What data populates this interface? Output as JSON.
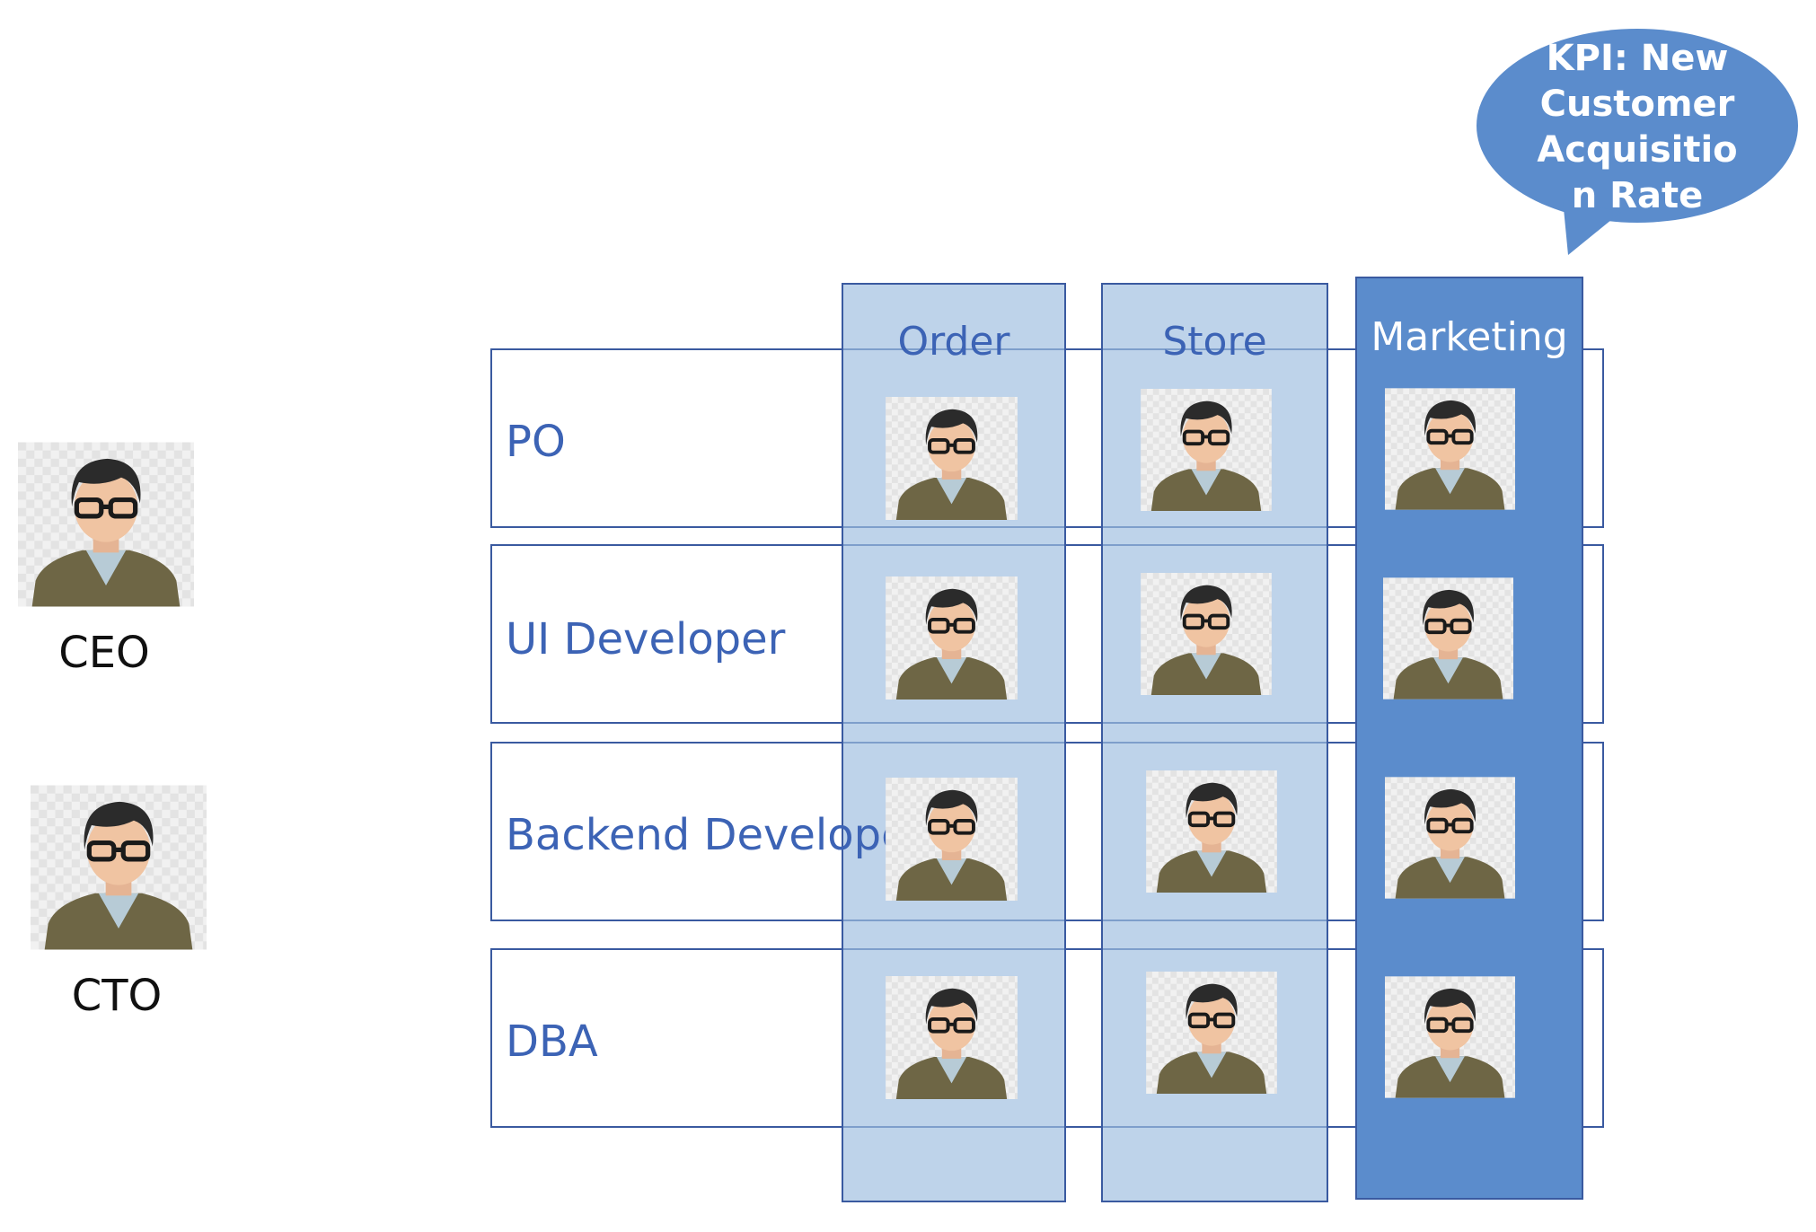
{
  "people": [
    {
      "id": "ceo",
      "label": "CEO"
    },
    {
      "id": "cto",
      "label": "CTO"
    }
  ],
  "rows": [
    {
      "label": "PO"
    },
    {
      "label": "UI Developer"
    },
    {
      "label": "Backend Developer"
    },
    {
      "label": "DBA"
    }
  ],
  "columns": [
    {
      "title": "Order",
      "style": "light"
    },
    {
      "title": "Store",
      "style": "light"
    },
    {
      "title": "Marketing",
      "style": "dark"
    }
  ],
  "kpi_bubble": {
    "text": "KPI: New Customer Acquisition Rate"
  },
  "colors": {
    "line": "#3a5aa0",
    "light_column": "#b7cdea",
    "dark_column": "#5b8ccc",
    "label_text": "#3c63b5",
    "bubble": "#5b8ccc"
  },
  "icons": {
    "avatar": "person-avatar-icon"
  }
}
